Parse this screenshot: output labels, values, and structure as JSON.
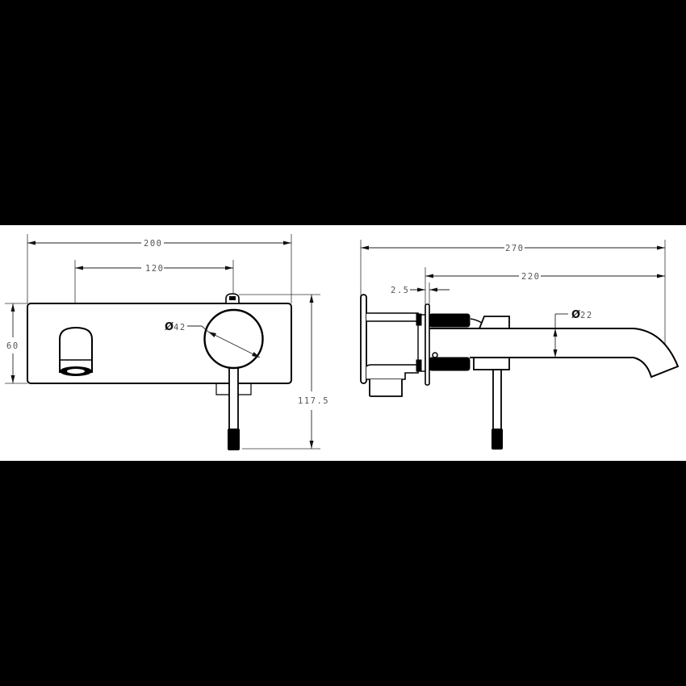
{
  "drawing": {
    "title": "Wall-mounted basin mixer technical drawing",
    "background": "#000000",
    "sheet_color": "#ffffff",
    "front_view": {
      "dimensions": {
        "overall_width": "200",
        "spout_to_handle": "120",
        "plate_height": "60",
        "overall_height": "117.5",
        "handle_diameter_symbol": "Ø",
        "handle_diameter": "42"
      }
    },
    "side_view": {
      "dimensions": {
        "overall_projection": "270",
        "spout_projection": "220",
        "plate_thickness": "2.5",
        "spout_diameter_symbol": "Ø",
        "spout_diameter": "22"
      }
    }
  }
}
